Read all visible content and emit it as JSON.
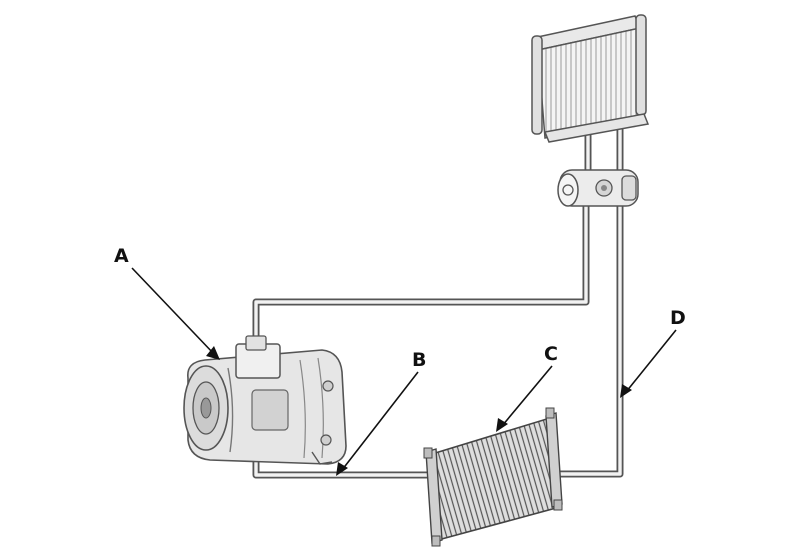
{
  "diagram": {
    "callouts": {
      "a": "A",
      "b": "B",
      "c": "C",
      "d": "D"
    },
    "colors": {
      "line": "#555555",
      "pipe_fill": "#f2f2f2",
      "component_fill": "#e6e6e6",
      "component_shade": "#bdbdbd",
      "text": "#111111"
    },
    "components": {
      "a": "compressor-icon",
      "b": "refrigerant-line-icon",
      "c": "condenser-icon",
      "d": "refrigerant-line-icon",
      "evaporator": "evaporator-icon",
      "expansion_valve": "expansion-valve-icon"
    }
  }
}
